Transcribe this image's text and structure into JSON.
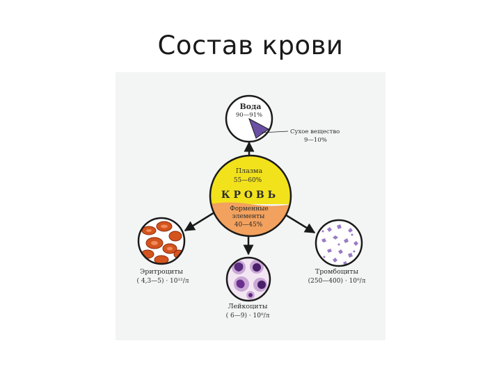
{
  "title": "Состав крови",
  "colors": {
    "panel": "#f3f4f4",
    "plasma": "#f2e21c",
    "formed": "#f2a15e",
    "dry_matter": "#6a4fa3",
    "erythrocyte": "#d4541e",
    "leukocyte": "#7a3f9a",
    "thrombocyte": "#9b7bc4"
  },
  "diagram": {
    "center": {
      "word": "К Р О В Ь",
      "plasma_label": "Плазма",
      "plasma_value": "55—60%",
      "formed_label_1": "Форменные",
      "formed_label_2": "элементы",
      "formed_value": "40—45%"
    },
    "water": {
      "label": "Вода",
      "value": "90—91%",
      "dry_label": "Сухое вещество",
      "dry_value": "9—10%"
    },
    "erythrocytes": {
      "label": "Эритроциты",
      "value": "( 4,3—5) · 10¹²/л"
    },
    "leukocytes": {
      "label": "Лейкоциты",
      "value": "( 6—9) · 10⁹/л"
    },
    "thrombocytes": {
      "label": "Тромбоциты",
      "value": "(250—400) · 10⁹/л"
    }
  }
}
